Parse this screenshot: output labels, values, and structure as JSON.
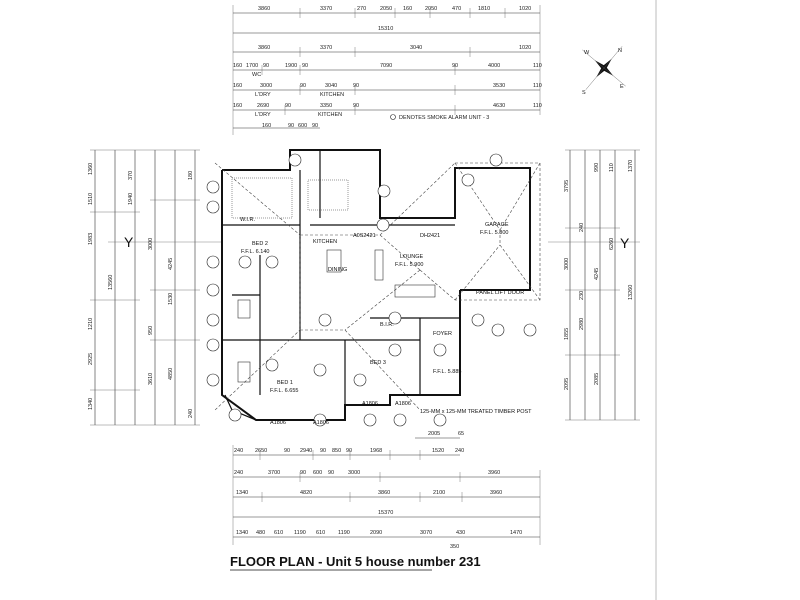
{
  "title": "FLOOR PLAN - Unit 5 house number 231",
  "legend": "DENOTES SMOKE ALARM UNIT - 3",
  "post_note": "125-MM x 125-MM TREATED TIMBER POST",
  "compass": [
    "N",
    "E",
    "S",
    "W"
  ],
  "grid_marks": [
    "Y",
    "Y"
  ],
  "rooms": {
    "garage": "GARAGE",
    "garage_ffl": "F.F.L. 5.800",
    "bed2": "BED 2",
    "bed2_ffl": "F.F.L. 6.140",
    "bed1": "BED 1",
    "bed1_ffl": "F.F.L. 6.655",
    "bed3": "BED 3",
    "lounge": "LOUNGE",
    "lounge_ffl": "F.F.L. 5.900",
    "dining": "DINING",
    "kitchen": "KITCHEN",
    "foyer": "FOYER",
    "foyer_ffl": "F.F.L. 5.885",
    "wir": "W.I.R.",
    "bir": "B.I.R.",
    "lift_door": "PANEL LIFT DOOR",
    "window_a": "A0S2421",
    "window_b": "DH2421",
    "window_c": "A1806",
    "window_d": "A1806",
    "window_e": "A1806",
    "window_f": "A1806"
  },
  "dims_top": {
    "row1": [
      "3860",
      "3370",
      "270",
      "2050",
      "160",
      "2050",
      "470",
      "1810",
      "1020"
    ],
    "row2": [
      "15310"
    ],
    "row3": [
      "3860",
      "3370",
      "3040",
      "1020"
    ],
    "row4": [
      "160",
      "1700",
      "90",
      "1900",
      "90",
      "7090",
      "90",
      "4000",
      "110"
    ],
    "row5": [
      "160",
      "3000",
      "90",
      "3040",
      "90",
      "3530",
      "110"
    ],
    "row6": [
      "160",
      "2690",
      "90",
      "3350",
      "90",
      "4630",
      "110"
    ],
    "row7": [
      "160",
      "90",
      "600",
      "90"
    ],
    "labels": [
      "WC",
      "L'DRY",
      "KITCHEN",
      "L'DRY",
      "KITCHEN"
    ]
  },
  "dims_bottom": {
    "row1": [
      "2005",
      "65"
    ],
    "row2": [
      "240",
      "2650",
      "90",
      "2940",
      "90",
      "850",
      "90",
      "1968",
      "1520",
      "240"
    ],
    "row3": [
      "240",
      "3700",
      "90",
      "600",
      "90",
      "3000",
      "3960"
    ],
    "row4": [
      "1340",
      "4820",
      "3860",
      "2100",
      "3960"
    ],
    "row5": [
      "15370"
    ],
    "row6": [
      "1340",
      "480",
      "610",
      "1190",
      "610",
      "1190",
      "2090",
      "3070",
      "430",
      "1470"
    ],
    "row7": [
      "350"
    ]
  },
  "dims_left": [
    "1360",
    "1510",
    "1983",
    "13560",
    "1210",
    "2925",
    "1340",
    "370",
    "1940",
    "3000",
    "950",
    "3610",
    "4245",
    "1530",
    "4850",
    "180",
    "240"
  ],
  "dims_right": [
    "3795",
    "240",
    "990",
    "6260",
    "1370",
    "3000",
    "2980",
    "2085",
    "1855",
    "2095",
    "13260",
    "4245",
    "110",
    "230"
  ]
}
